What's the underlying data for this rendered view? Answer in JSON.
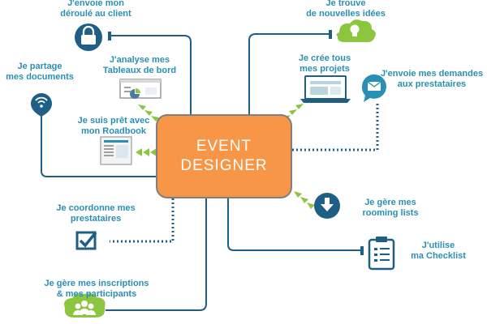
{
  "center": {
    "line1": "EVENT",
    "line2": "DESIGNER"
  },
  "colors": {
    "blue": "#1f5f86",
    "label": "#2a8fb5",
    "green": "#8cc63f",
    "orange": "#f79646"
  },
  "nodes": {
    "deroule": {
      "line1": "J'envoie mon",
      "line2": "déroulé au client",
      "icon": "lock-icon"
    },
    "partage": {
      "line1": "Je partage",
      "line2": "mes documents",
      "icon": "wifi-icon"
    },
    "tableaux": {
      "line1": "J'analyse mes",
      "line2": "Tableaux de bord",
      "icon": "dashboard-icon"
    },
    "roadbook": {
      "line1": "Je suis prêt avec",
      "line2": "mon Roadbook",
      "icon": "document-icon"
    },
    "coordonne": {
      "line1": "Je coordonne mes",
      "line2": "prestataires",
      "icon": "checkbox-icon"
    },
    "inscriptions": {
      "line1": "Je gère mes inscriptions",
      "line2": "& mes participants",
      "icon": "people-icon"
    },
    "idees": {
      "line1": "Je trouve",
      "line2": "de nouvelles idées",
      "icon": "lightbulb-icon"
    },
    "projets": {
      "line1": "Je crée tous",
      "line2": "mes projets",
      "icon": "laptop-icon"
    },
    "demandes": {
      "line1": "J'envoie mes demandes",
      "line2": "aux prestataires",
      "icon": "envelope-icon"
    },
    "rooming": {
      "line1": "Je gère mes",
      "line2": "rooming lists",
      "icon": "download-icon"
    },
    "checklist": {
      "line1": "J'utilise",
      "line2": "ma Checklist",
      "icon": "clipboard-icon"
    }
  }
}
